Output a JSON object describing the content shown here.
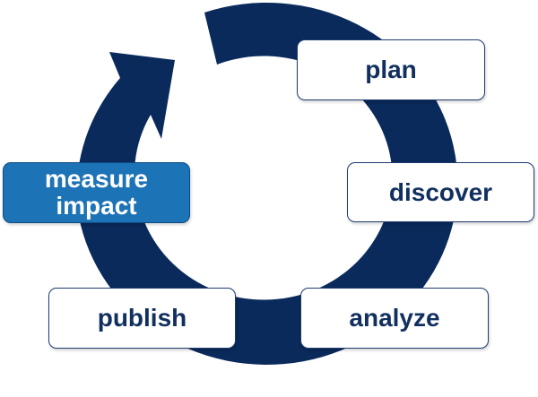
{
  "diagram": {
    "colors": {
      "cycle_arrow": "#0a2a5c",
      "box_border": "#1f3b70",
      "box_text": "#12305f",
      "highlight_fill": "#1c73b5",
      "highlight_text": "#ffffff"
    },
    "stages": [
      {
        "id": "plan",
        "label": "plan"
      },
      {
        "id": "discover",
        "label": "discover"
      },
      {
        "id": "analyze",
        "label": "analyze"
      },
      {
        "id": "publish",
        "label": "publish"
      },
      {
        "id": "measure",
        "label_line1": "measure",
        "label_line2": "impact",
        "highlighted": true
      }
    ]
  }
}
